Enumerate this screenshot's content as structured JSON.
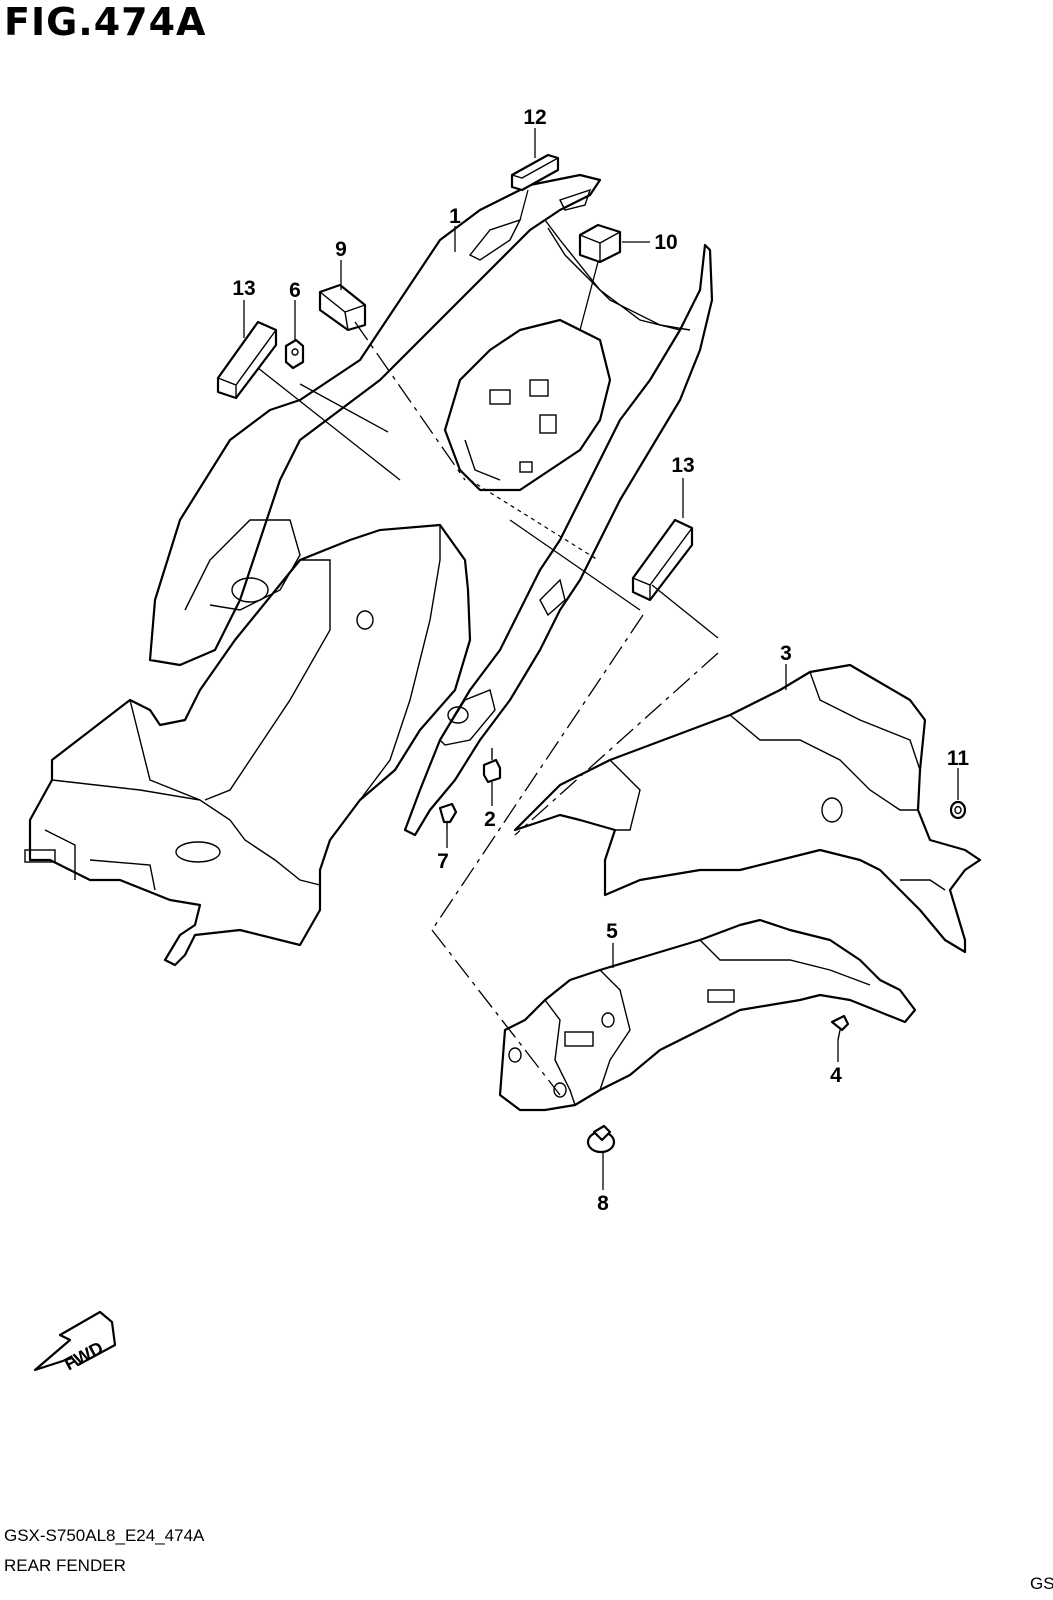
{
  "figure": {
    "title": "FIG.474A",
    "code": "GSX-S750AL8_E24_474A",
    "name": "REAR FENDER",
    "corner_label": "GS"
  },
  "direction_indicator": {
    "label": "FWD"
  },
  "callouts": [
    {
      "id": "c12",
      "label": "12"
    },
    {
      "id": "c1",
      "label": "1"
    },
    {
      "id": "c10",
      "label": "10"
    },
    {
      "id": "c9",
      "label": "9"
    },
    {
      "id": "c13a",
      "label": "13"
    },
    {
      "id": "c6",
      "label": "6"
    },
    {
      "id": "c13b",
      "label": "13"
    },
    {
      "id": "c3",
      "label": "3"
    },
    {
      "id": "c11",
      "label": "11"
    },
    {
      "id": "c2",
      "label": "2"
    },
    {
      "id": "c7",
      "label": "7"
    },
    {
      "id": "c5",
      "label": "5"
    },
    {
      "id": "c4",
      "label": "4"
    },
    {
      "id": "c8",
      "label": "8"
    }
  ]
}
